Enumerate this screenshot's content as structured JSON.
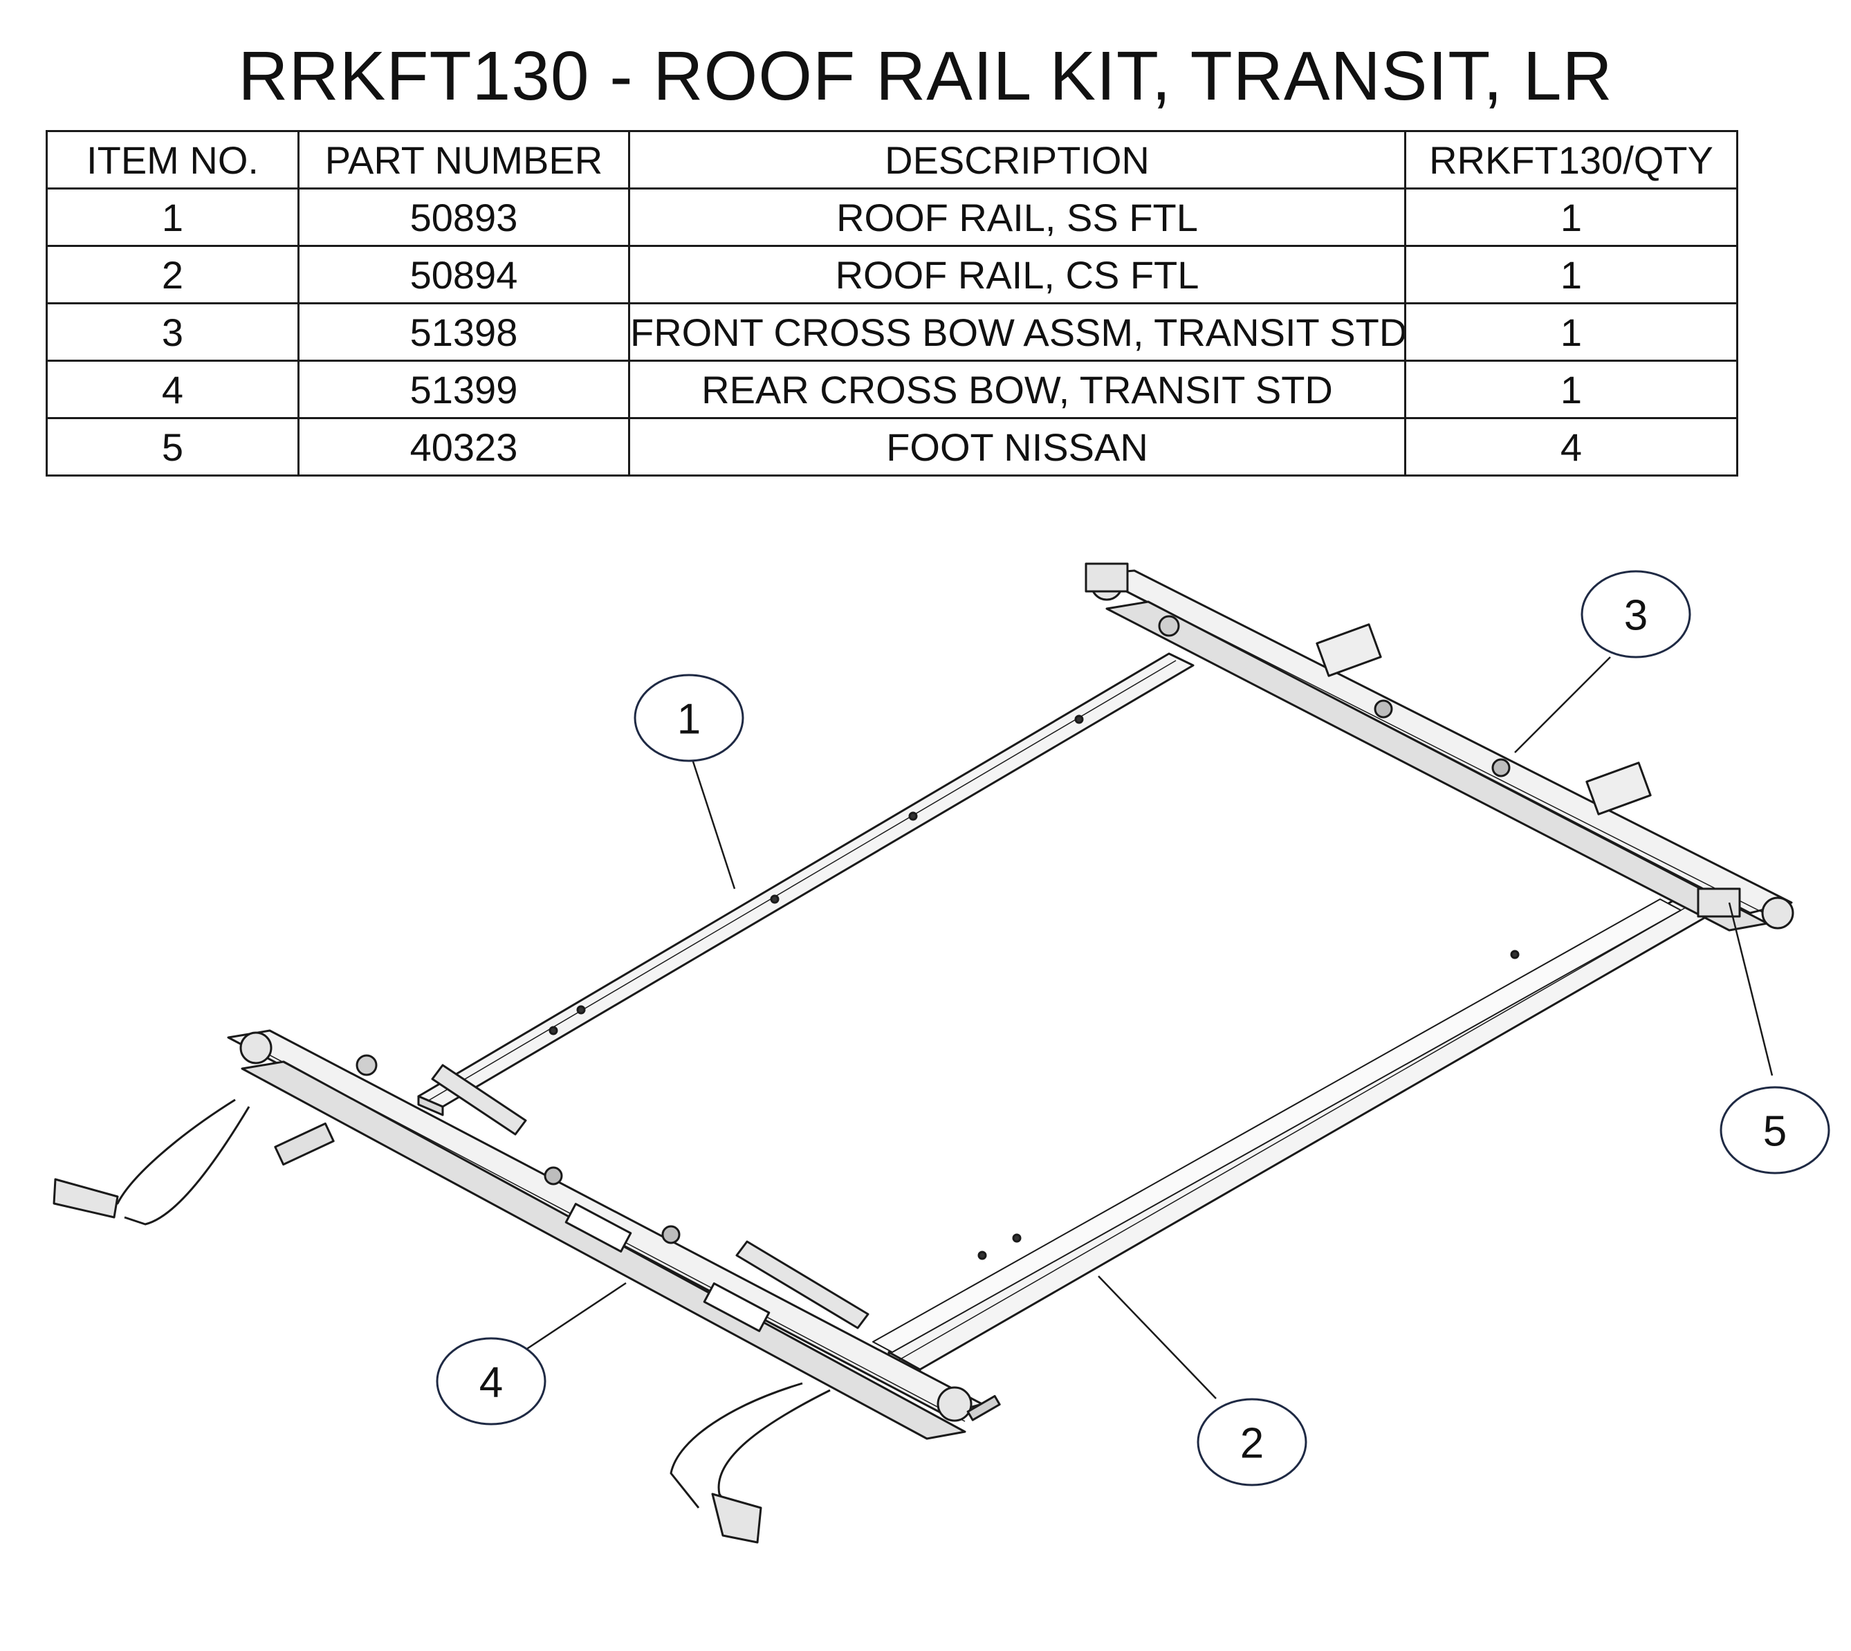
{
  "title": "RRKFT130 - ROOF RAIL KIT, TRANSIT, LR",
  "table": {
    "headers": [
      "ITEM NO.",
      "PART NUMBER",
      "DESCRIPTION",
      "RRKFT130/QTY"
    ],
    "rows": [
      {
        "item": "1",
        "part": "50893",
        "description": "ROOF RAIL, SS FTL",
        "qty": "1"
      },
      {
        "item": "2",
        "part": "50894",
        "description": "ROOF RAIL, CS FTL",
        "qty": "1"
      },
      {
        "item": "3",
        "part": "51398",
        "description": "FRONT CROSS BOW ASSM, TRANSIT STD",
        "qty": "1"
      },
      {
        "item": "4",
        "part": "51399",
        "description": "REAR CROSS BOW, TRANSIT STD",
        "qty": "1"
      },
      {
        "item": "5",
        "part": "40323",
        "description": "FOOT NISSAN",
        "qty": "4"
      }
    ]
  },
  "callouts": {
    "c1": "1",
    "c2": "2",
    "c3": "3",
    "c4": "4",
    "c5": "5"
  },
  "colors": {
    "callout_stroke": "#1f2a44",
    "line": "#1a1a1a",
    "part_fill": "#f7f7f7",
    "part_shade": "#d9d9d9"
  }
}
